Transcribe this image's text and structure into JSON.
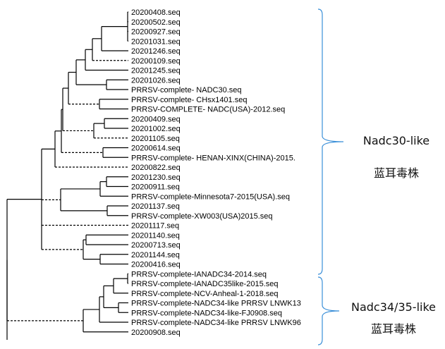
{
  "tree": {
    "leaves": [
      "20200408.seq",
      "20200502.seq",
      "20200927.seq",
      "20201031.seq",
      "20201246.seq",
      "20200109.seq",
      "20201245.seq",
      "20201026.seq",
      "PRRSV-complete- NADC30.seq",
      "PRRSV-complete- CHsx1401.seq",
      "PRRSV-COMPLETE- NADC(USA)-2012.seq",
      "20200409.seq",
      "20201002.seq",
      "20201105.seq",
      "20200614.seq",
      "PRRSV-complete- HENAN-XINX(CHINA)-2015.",
      "20200822.seq",
      "20201230.seq",
      "20200911.seq",
      "PRRSV-complete-Minnesota7-2015(USA).seq",
      "20201137.seq",
      "PRRSV-complete-XW003(USA)2015.seq",
      "20201117.seq",
      "20201140.seq",
      "20200713.seq",
      "20201144.seq",
      "20200416.seq",
      "PRRSV-complete-IANADC34-2014.seq",
      "PRRSV-complete-IANADC35like-2015.seq",
      "PRRSV-complete-NCV-Anheal-1-2018.seq",
      "PRRSV-complete-NADC34-like PRRSV LNWK13",
      "PRRSV-complete-NADC34-like-FJ0908.seq",
      "PRRSV-complete-NADC34-like PRRSV LNWK96",
      "20200908.seq"
    ]
  },
  "groups": [
    {
      "name": "Nadc30-like",
      "subtitle": "蓝耳毒株",
      "first_leaf": 0,
      "last_leaf": 26
    },
    {
      "name": "Nadc34/35-like",
      "subtitle": "蓝耳毒株",
      "first_leaf": 27,
      "last_leaf": 33
    }
  ],
  "colors": {
    "branch": "#000000",
    "brace": "#3a8fd8",
    "text": "#000000"
  }
}
